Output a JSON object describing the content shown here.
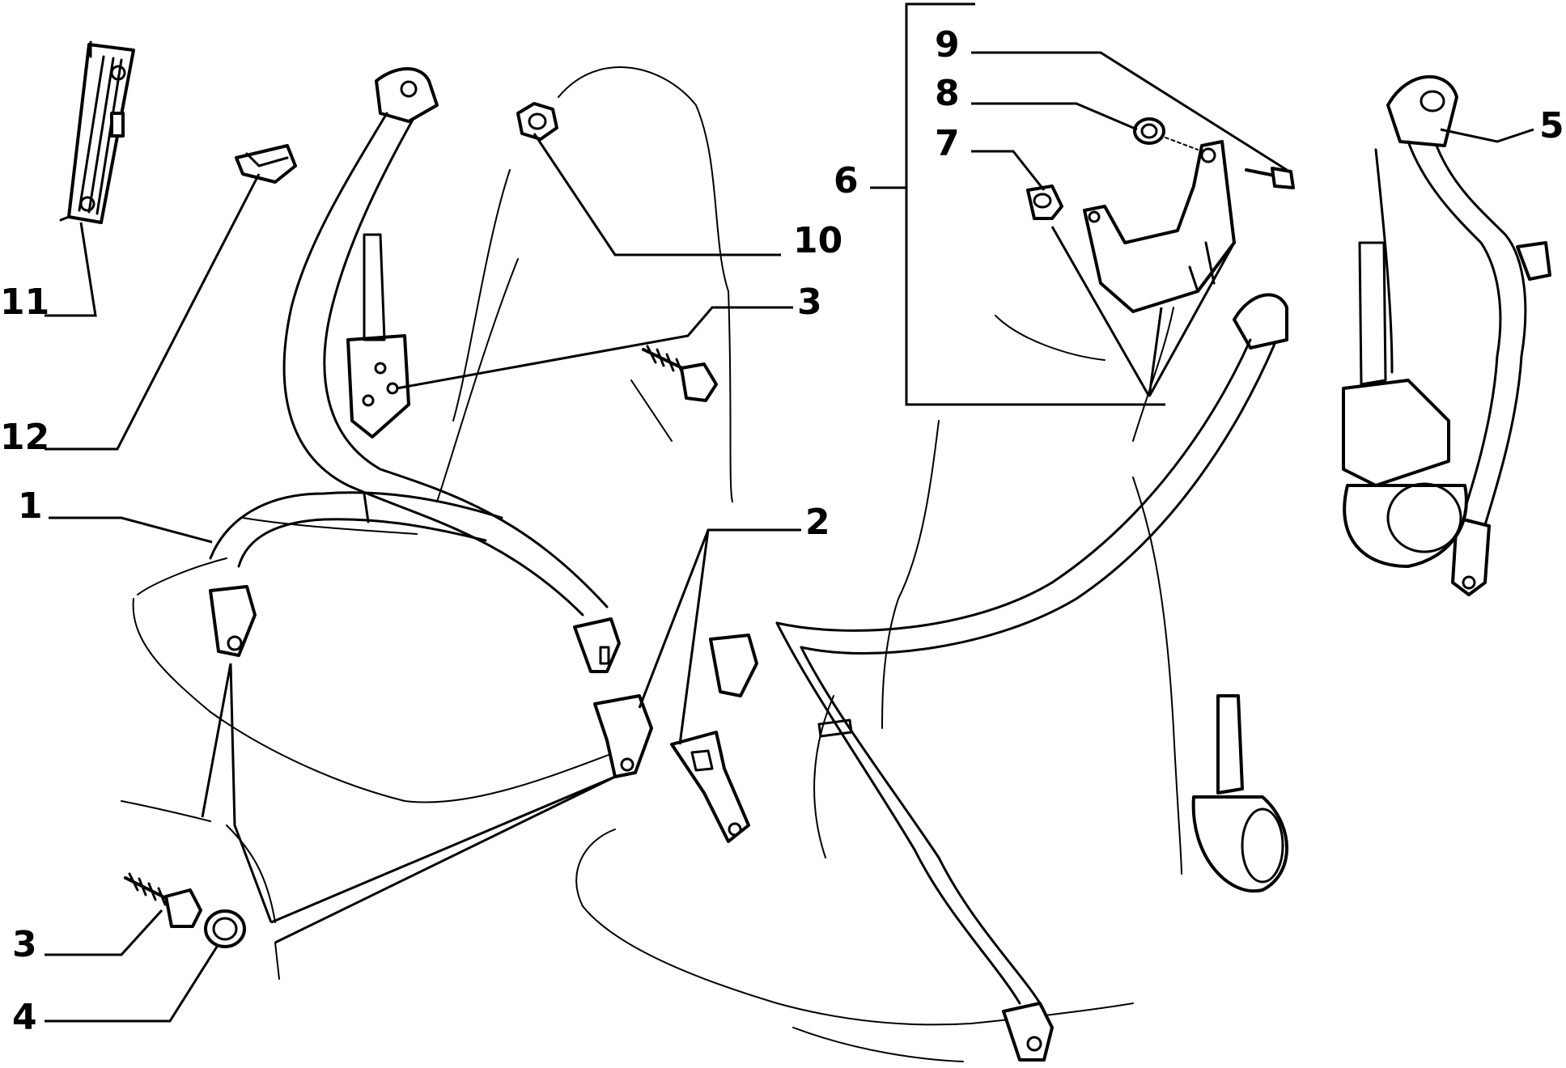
{
  "diagram": {
    "callouts": {
      "c1": "1",
      "c2": "2",
      "c3a": "3",
      "c3b": "3",
      "c4": "4",
      "c5": "5",
      "c6": "6",
      "c7": "7",
      "c8": "8",
      "c9": "9",
      "c10": "10",
      "c11": "11",
      "c12": "12"
    }
  }
}
